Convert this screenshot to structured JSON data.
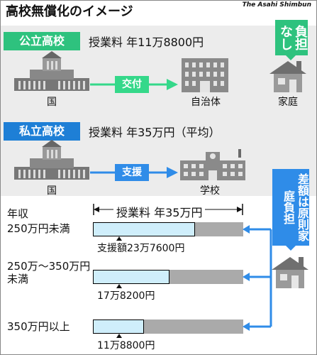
{
  "header": {
    "title": "高校無償化のイメージ",
    "credit": "The Asahi Shimbun"
  },
  "public_section": {
    "badge": "公立高校",
    "badge_color": "#2ec27e",
    "tuition": "授業料 年11万8800円",
    "govt_label": "国",
    "arrow_label": "交付",
    "arrow_color": "#35d88a",
    "recipient_label": "自治体",
    "family_label": "家庭",
    "no_burden": "負担なし"
  },
  "private_section": {
    "badge": "私立高校",
    "badge_color": "#1e7fd6",
    "tuition": "授業料 年35万円（平均）",
    "govt_label": "国",
    "arrow_label": "支援",
    "arrow_color": "#2f8ce8",
    "recipient_label": "学校",
    "family_note": "差額は原則家庭負担",
    "tuition_bracket": "授業料 年35万円",
    "income_heading": "年収",
    "rows": [
      {
        "income": "250万円未満",
        "support": "支援額23万7600円",
        "fraction": 0.679
      },
      {
        "income": "250万～350万円未満",
        "support": "17万8200円",
        "fraction": 0.509
      },
      {
        "income": "350万円以上",
        "support": "11万8800円",
        "fraction": 0.339
      }
    ]
  },
  "icons": {
    "government": "diet-building-icon",
    "municipality": "city-hall-icon",
    "school": "school-building-icon",
    "family": "house-icon"
  }
}
